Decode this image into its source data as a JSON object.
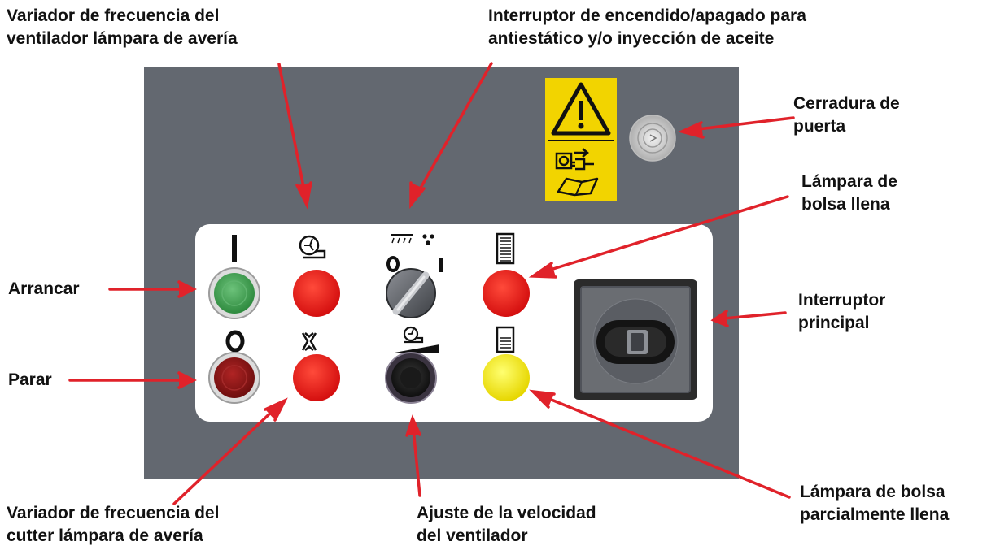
{
  "labels": {
    "fan_vfd_fault_lamp": [
      "Variador de frecuencia del",
      "ventilador lámpara de avería"
    ],
    "antistatic_oil_switch": [
      "Interruptor de encendido/apagado para",
      "antiestático y/o inyección de aceite"
    ],
    "door_lock": [
      "Cerradura de",
      "puerta"
    ],
    "bag_full_lamp": [
      "Lámpara de",
      "bolsa llena"
    ],
    "start": "Arrancar",
    "main_switch": [
      "Interruptor",
      "principal"
    ],
    "stop": "Parar",
    "cutter_vfd_fault_lamp": [
      "Variador de frecuencia del",
      "cutter lámpara de avería"
    ],
    "fan_speed_adjust": [
      "Ajuste de la velocidad",
      "del ventilador"
    ],
    "bag_partial_lamp": [
      "Lámpara de bolsa",
      "parcialmente llena"
    ]
  },
  "colors": {
    "arrow": "#e0222a",
    "panel": "#636870",
    "start_button": "#3aa04a",
    "stop_button": "#8a1414",
    "fault_lamp": "#e81818",
    "partial_lamp": "#f4ec10",
    "warning_label": "#f2d400"
  },
  "icons": {
    "warning_sign": "warning-triangle-icon",
    "start_symbol": "on-bar-icon",
    "stop_symbol": "off-ring-icon",
    "fan_symbol": "fan-icon",
    "cutter_symbol": "cutter-icon",
    "spray_symbol": "spray-drops-icon",
    "bag_full_symbol": "bag-full-icon",
    "bag_partial_symbol": "bag-partial-icon",
    "fan_speed_symbol": "fan-speed-ramp-icon"
  }
}
